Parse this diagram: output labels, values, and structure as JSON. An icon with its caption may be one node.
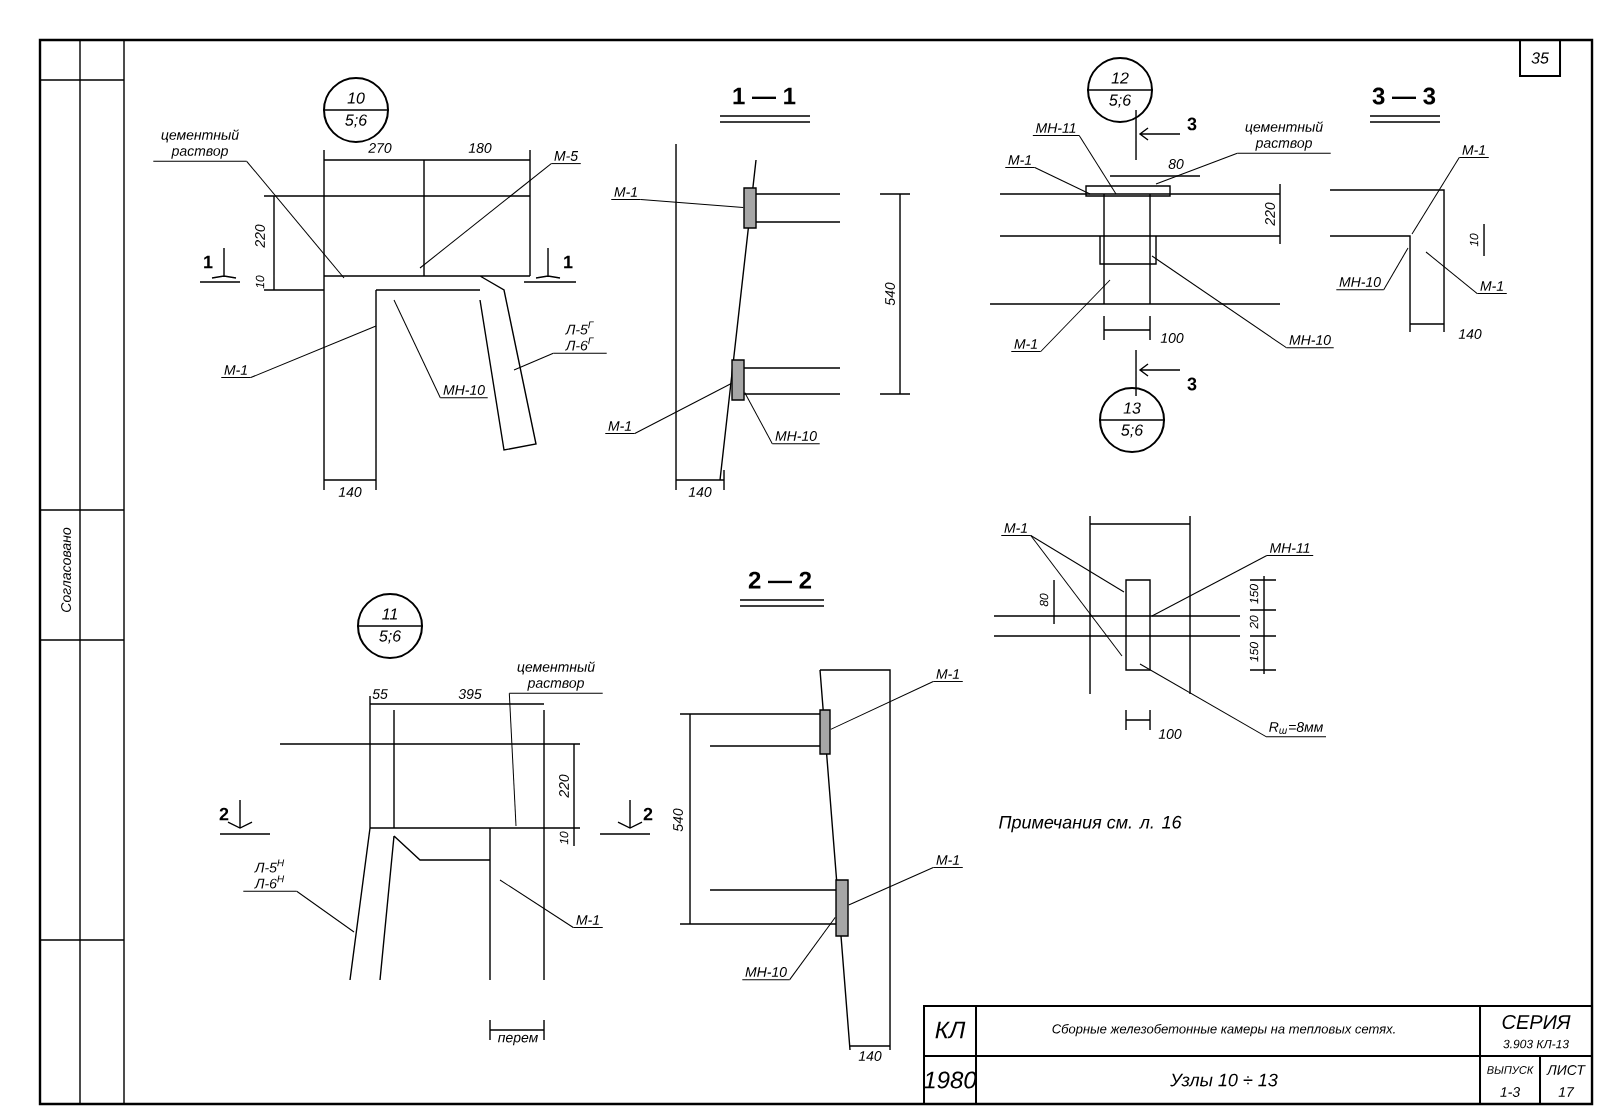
{
  "diagram": {
    "nodes": [
      {
        "text": [
          "цементный раствор"
        ]
      },
      {
        "text": [
          "М-5"
        ]
      },
      {
        "text": [
          "М-1"
        ]
      },
      {
        "text": [
          "Л-5$^{Г}$ Л-6$^{Г}$"
        ]
      },
      {
        "text": [
          "МН-10"
        ]
      },
      {
        "text": [
          "М-1"
        ]
      },
      {
        "text": [
          "М-1"
        ]
      },
      {
        "text": [
          "МН-10"
        ]
      },
      {
        "text": [
          "МН-11"
        ]
      },
      {
        "text": [
          "М-1"
        ]
      },
      {
        "text": [
          "цементный раствор"
        ]
      },
      {
        "text": [
          "М-1"
        ]
      },
      {
        "text": [
          "МН-10"
        ]
      },
      {
        "text": [
          "М-1"
        ]
      },
      {
        "text": [
          "МН-10"
        ]
      },
      {
        "text": [
          "М-1"
        ]
      },
      {
        "text": [
          "М-1"
        ]
      },
      {
        "text": [
          "МН-11"
        ]
      },
      {
        "text": [
          "R$_{ш}$=8мм"
        ]
      },
      {
        "text": [
          "цементный раствор"
        ]
      },
      {
        "text": [
          "Л-5$^{Н}$ Л-6$^{Н}$"
        ]
      },
      {
        "text": [
          "М-1"
        ]
      },
      {
        "text": [
          "М-1"
        ]
      },
      {
        "text": [
          "М-1"
        ]
      },
      {
        "text": [
          "МН-10"
        ]
      },
      {
        "text": [
          "10",
          "5;6"
        ]
      },
      {
        "text": [
          "12",
          "5;6"
        ]
      },
      {
        "text": [
          "13",
          "5;6"
        ]
      },
      {
        "text": [
          "11",
          "5;6"
        ]
      },
      {
        "text": [],
        "shape": "bar"
      },
      {
        "text": [],
        "shape": "bar"
      },
      {
        "text": [],
        "shape": "bar"
      },
      {
        "text": [],
        "shape": "bar"
      }
    ],
    "edges": [
      {
        "from": 0,
        "to": null,
        "arrow": "none"
      },
      {
        "from": 1,
        "to": null,
        "arrow": "none"
      },
      {
        "from": 2,
        "to": null,
        "arrow": "none"
      },
      {
        "from": 3,
        "to": null,
        "arrow": "none"
      },
      {
        "from": 4,
        "to": null,
        "arrow": "none"
      },
      {
        "from": 5,
        "to": 29,
        "arrow": "none"
      },
      {
        "from": 6,
        "to": 30,
        "arrow": "none"
      },
      {
        "from": 7,
        "to": 30,
        "arrow": "none"
      },
      {
        "from": 8,
        "to": null,
        "arrow": "none"
      },
      {
        "from": 9,
        "to": null,
        "arrow": "none"
      },
      {
        "from": 10,
        "to": null,
        "arrow": "none"
      },
      {
        "from": 11,
        "to": null,
        "arrow": "none"
      },
      {
        "from": 12,
        "to": null,
        "arrow": "none"
      },
      {
        "from": 13,
        "to": null,
        "arrow": "none"
      },
      {
        "from": 14,
        "to": null,
        "arrow": "none"
      },
      {
        "from": 15,
        "to": null,
        "arrow": "none"
      },
      {
        "from": 16,
        "to": null,
        "arrow": "none"
      },
      {
        "from": 16,
        "to": null,
        "arrow": "none"
      },
      {
        "from": 17,
        "to": null,
        "arrow": "none"
      },
      {
        "from": 18,
        "to": null,
        "arrow": "none"
      },
      {
        "from": 19,
        "to": null,
        "arrow": "none"
      },
      {
        "from": 20,
        "to": null,
        "arrow": "none"
      },
      {
        "from": 21,
        "to": null,
        "arrow": "none"
      },
      {
        "from": 22,
        "to": 31,
        "arrow": "none"
      },
      {
        "from": 23,
        "to": 32,
        "arrow": "none"
      },
      {
        "from": 24,
        "to": 32,
        "arrow": "none"
      }
    ],
    "labels": [
      "35",
      "1 — 1",
      "3 — 3",
      "270",
      "180",
      "220",
      "10",
      "1",
      "1",
      "140",
      "540",
      "140",
      "3",
      "80",
      "220",
      "100",
      "3",
      "10",
      "140",
      "80",
      "150",
      "20",
      "150",
      "100",
      "2 — 2",
      "55",
      "395",
      "220",
      "10",
      "2",
      "2",
      "перем",
      "540",
      "140",
      "Примечания см. л. 16",
      "КЛ",
      "Сборные железобетонные камеры на тепловых сетях.",
      "СЕРИЯ",
      "3.903 КЛ-13",
      "1980",
      "Узлы 10 ÷ 13",
      "ВЫПУСК",
      "ЛИСТ",
      "1-3",
      "17",
      "Согласовано"
    ]
  }
}
